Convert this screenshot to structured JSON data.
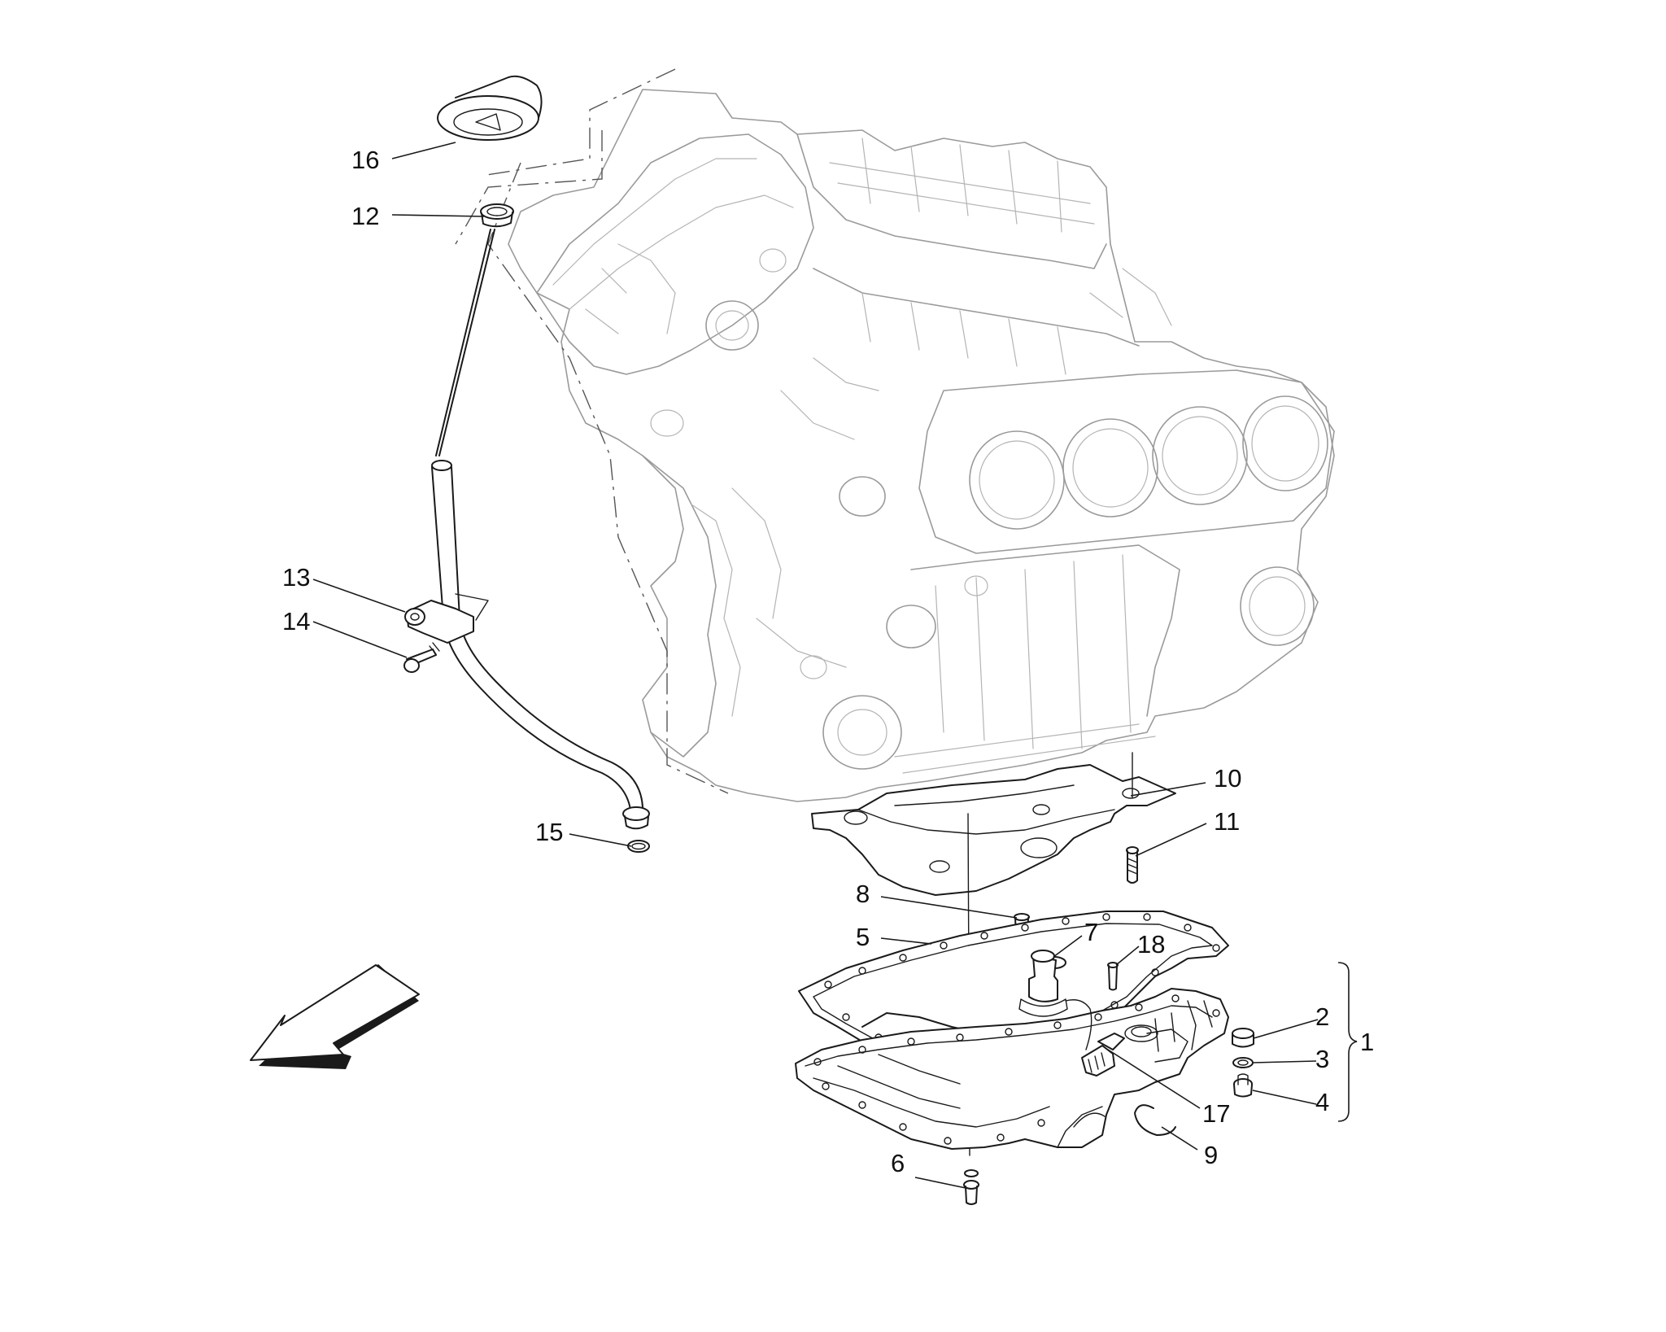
{
  "callouts": {
    "c1": "1",
    "c2": "2",
    "c3": "3",
    "c4": "4",
    "c5": "5",
    "c6": "6",
    "c7": "7",
    "c8": "8",
    "c9": "9",
    "c10": "10",
    "c11": "11",
    "c12": "12",
    "c13": "13",
    "c14": "14",
    "c15": "15",
    "c16": "16",
    "c17": "17",
    "c18": "18"
  },
  "colors": {
    "line": "#1a1a1a",
    "engine_ghost": "#9a9a9a",
    "background": "#ffffff"
  }
}
